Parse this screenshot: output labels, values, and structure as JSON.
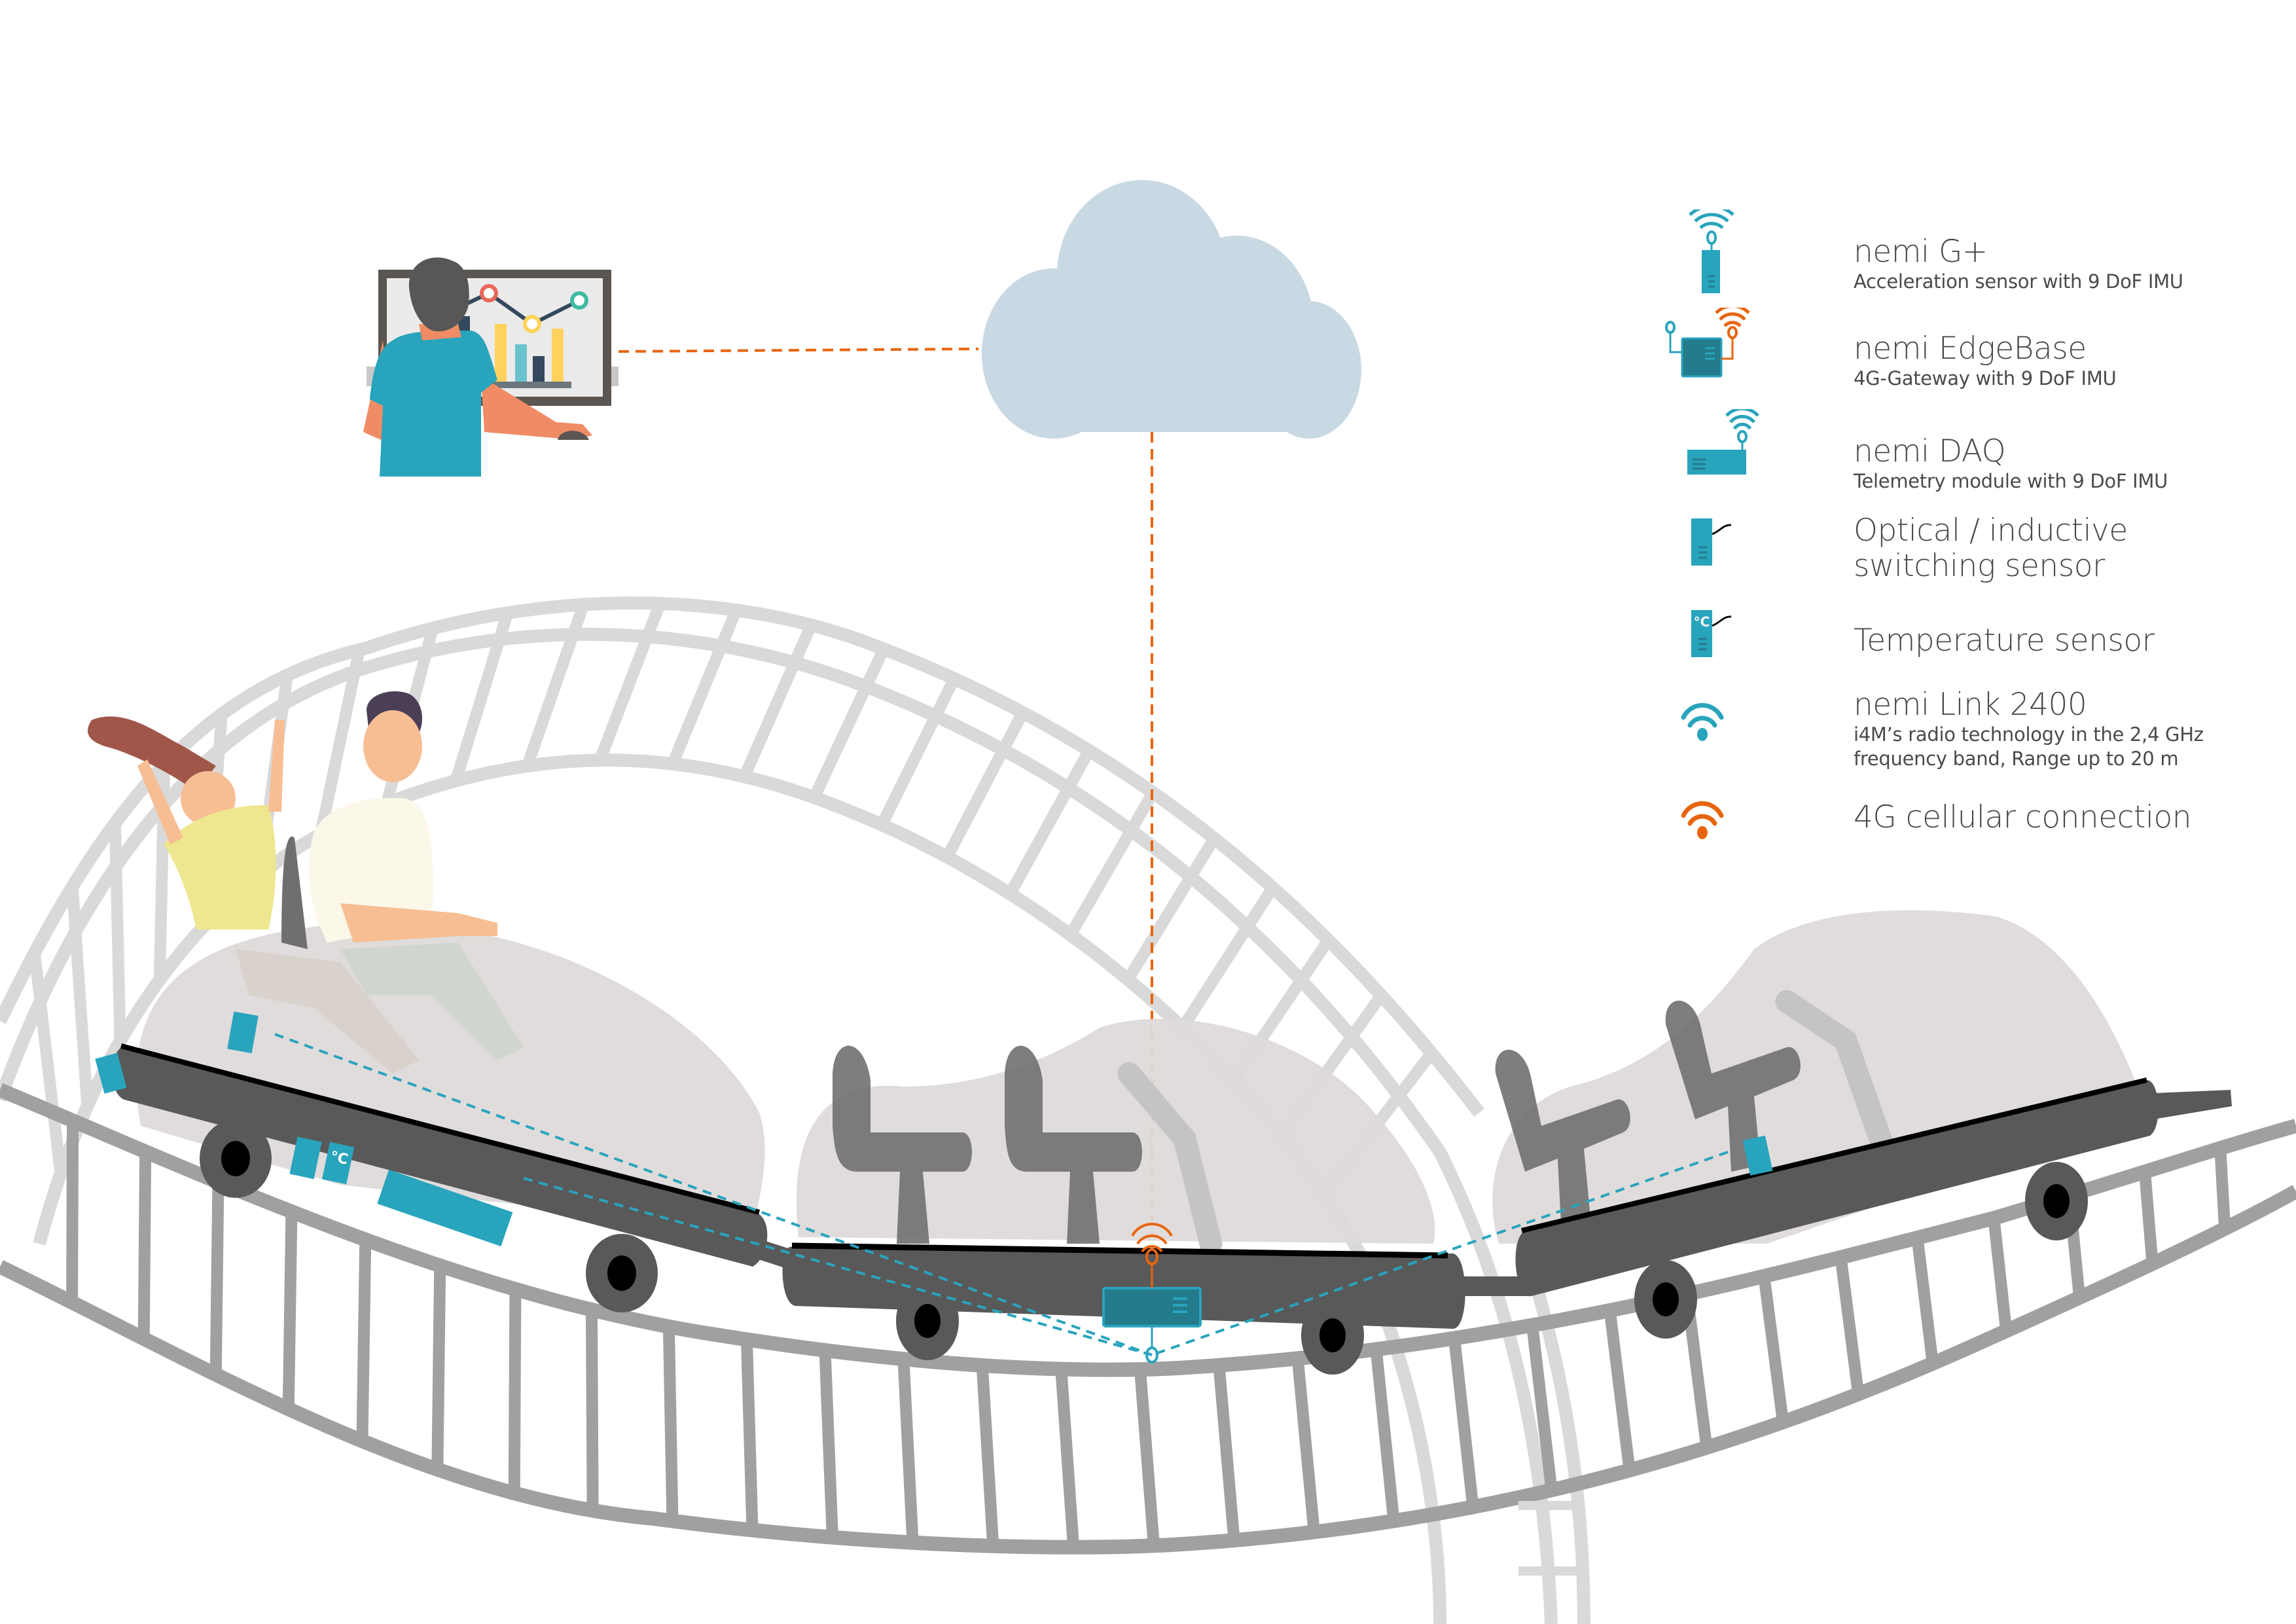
{
  "colors": {
    "teal": "#29a4bd",
    "teal_dark": "#237b8c",
    "orange": "#e8650f",
    "cloud": "#c9d9e3",
    "track_back": "#d9d9d9",
    "track_front": "#9e9e9e",
    "car_body": "#595959",
    "car_shell": "#dedad9",
    "text": "#4a4a4c"
  },
  "scene": {
    "operator": "analyst-at-monitor",
    "cloud": "cloud-service",
    "links": [
      {
        "from": "monitor",
        "to": "cloud",
        "type": "4G cellular connection"
      },
      {
        "from": "cloud",
        "to": "nemi EdgeBase",
        "type": "4G cellular connection"
      },
      {
        "from": "nemi G+ (front car)",
        "to": "nemi EdgeBase",
        "type": "nemi Link 2400"
      },
      {
        "from": "nemi DAQ (front car)",
        "to": "nemi EdgeBase",
        "type": "nemi Link 2400"
      },
      {
        "from": "nemi G+ (rear car)",
        "to": "nemi EdgeBase",
        "type": "nemi Link 2400"
      }
    ],
    "temp_label": "°C"
  },
  "legend": [
    {
      "icon": "nemi-g-plus-icon",
      "title": "nemi G+",
      "subtitle": [
        "Acceleration sensor with 9 DoF IMU"
      ]
    },
    {
      "icon": "nemi-edgebase-icon",
      "title": "nemi EdgeBase",
      "subtitle": [
        "4G-Gateway with 9 DoF IMU"
      ]
    },
    {
      "icon": "nemi-daq-icon",
      "title": "nemi DAQ",
      "subtitle": [
        "Telemetry module with 9 DoF IMU"
      ]
    },
    {
      "icon": "switching-sensor-icon",
      "title": "Optical / inductive",
      "title2": "switching sensor",
      "subtitle": []
    },
    {
      "icon": "temperature-sensor-icon",
      "title": "Temperature sensor",
      "subtitle": [],
      "badge": "°C"
    },
    {
      "icon": "radio-link-icon",
      "title": "nemi Link 2400",
      "subtitle": [
        "i4M’s radio technology in the  2,4 GHz",
        "frequency band, Range up to 20 m"
      ]
    },
    {
      "icon": "cellular-icon",
      "title": "4G cellular connection",
      "subtitle": []
    }
  ]
}
